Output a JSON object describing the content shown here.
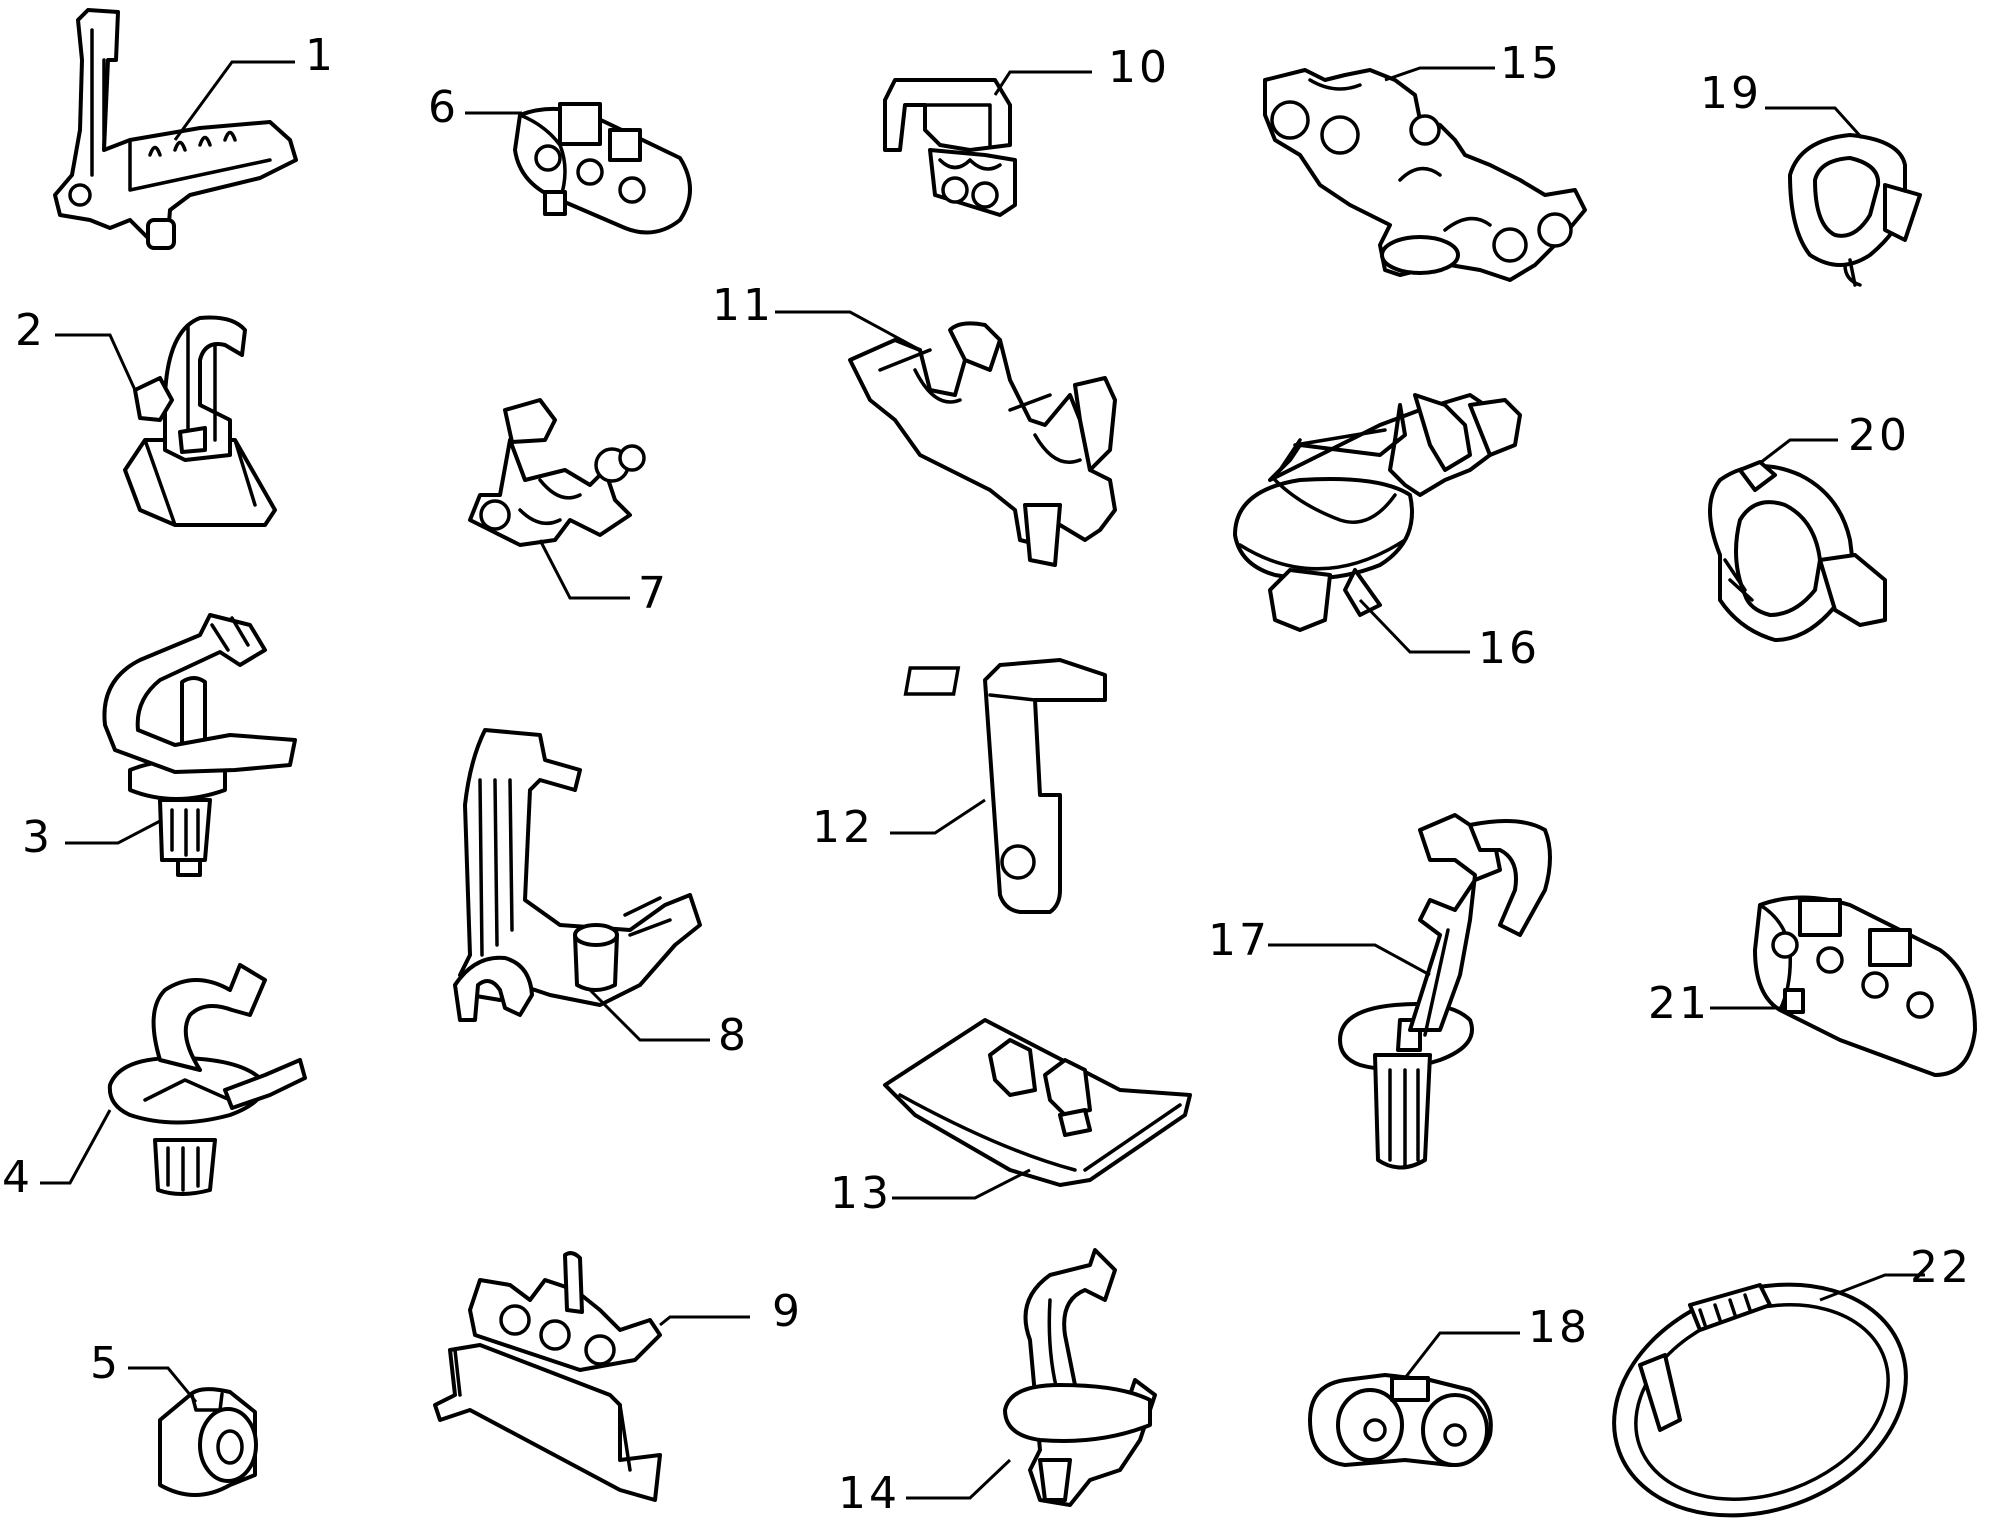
{
  "colors": {
    "ink": "#000000",
    "paper": "#ffffff"
  },
  "callouts": [
    {
      "id": "1",
      "text": "1"
    },
    {
      "id": "2",
      "text": "2"
    },
    {
      "id": "3",
      "text": "3"
    },
    {
      "id": "4",
      "text": "4"
    },
    {
      "id": "5",
      "text": "5"
    },
    {
      "id": "6",
      "text": "6"
    },
    {
      "id": "7",
      "text": "7"
    },
    {
      "id": "8",
      "text": "8"
    },
    {
      "id": "9",
      "text": "9"
    },
    {
      "id": "10",
      "text": "10"
    },
    {
      "id": "11",
      "text": "11"
    },
    {
      "id": "12",
      "text": "12"
    },
    {
      "id": "13",
      "text": "13"
    },
    {
      "id": "14",
      "text": "14"
    },
    {
      "id": "15",
      "text": "15"
    },
    {
      "id": "16",
      "text": "16"
    },
    {
      "id": "17",
      "text": "17"
    },
    {
      "id": "18",
      "text": "18"
    },
    {
      "id": "19",
      "text": "19"
    },
    {
      "id": "20",
      "text": "20"
    },
    {
      "id": "21",
      "text": "21"
    },
    {
      "id": "22",
      "text": "22"
    }
  ]
}
